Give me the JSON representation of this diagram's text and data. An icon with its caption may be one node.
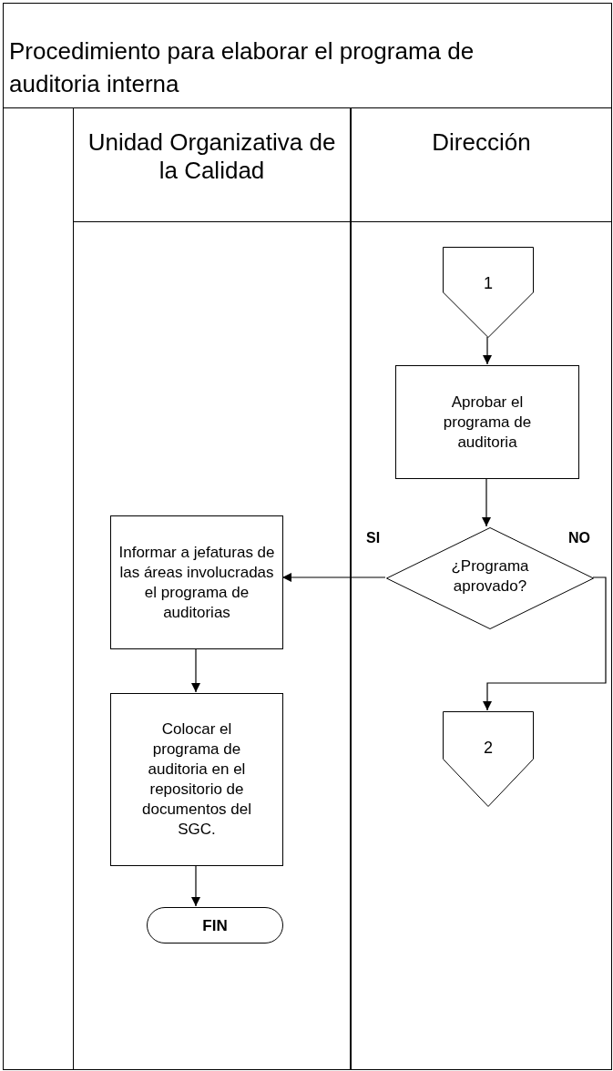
{
  "diagram": {
    "title": "Procedimiento para elaborar el programa de auditoria interna",
    "nodes": [
      {
        "text": [
          "Unidad Organizativa de la Calidad"
        ]
      },
      {
        "text": [
          "Dirección"
        ]
      },
      {
        "text": [
          "1"
        ],
        "in": 1
      },
      {
        "text": [
          "Aprobar el programa de auditoria"
        ],
        "in": 1
      },
      {
        "text": [
          "¿Programa aprovado?"
        ],
        "in": 1
      },
      {
        "text": [
          "Informar a jefaturas de las áreas involucradas el programa de auditorias"
        ],
        "in": 0
      },
      {
        "text": [
          "Colocar el programa de auditoria en el repositorio de documentos del SGC."
        ],
        "in": 0
      },
      {
        "text": [
          "FIN"
        ],
        "in": 0
      },
      {
        "text": [
          "2"
        ],
        "in": 1
      }
    ],
    "edges": [
      {
        "from": 2,
        "to": 3,
        "arrow": "to"
      },
      {
        "from": 3,
        "to": 4,
        "arrow": "to"
      },
      {
        "from": 4,
        "to": 5,
        "arrow": "to",
        "label": "SI"
      },
      {
        "from": 4,
        "to": 8,
        "arrow": "to",
        "label": "NO"
      },
      {
        "from": 5,
        "to": 6,
        "arrow": "to"
      },
      {
        "from": 6,
        "to": 7,
        "arrow": "to"
      }
    ]
  }
}
